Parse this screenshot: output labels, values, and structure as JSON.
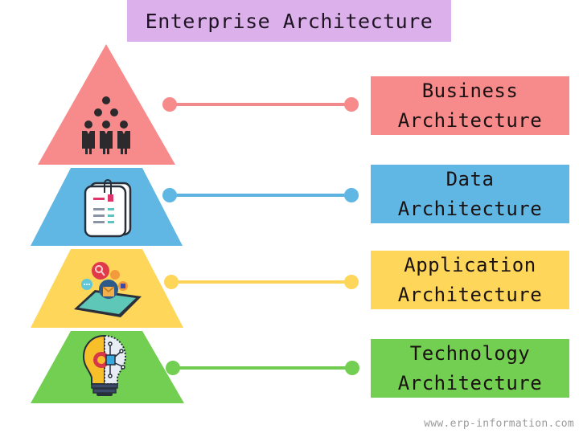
{
  "title": "Enterprise Architecture",
  "layers": [
    {
      "id": "business",
      "line1": "Business",
      "line2": "Architecture",
      "color": "#f78a8a",
      "icon": "people-group-icon"
    },
    {
      "id": "data",
      "line1": "Data",
      "line2": "Architecture",
      "color": "#60b7e3",
      "icon": "clipboard-document-icon"
    },
    {
      "id": "application",
      "line1": "Application",
      "line2": "Architecture",
      "color": "#fdd65a",
      "icon": "tablet-apps-icon"
    },
    {
      "id": "technology",
      "line1": "Technology",
      "line2": "Architecture",
      "color": "#72cf52",
      "icon": "lightbulb-circuit-gear-icon"
    }
  ],
  "title_color": "#dcb0ea",
  "watermark": "www.erp-information.com"
}
